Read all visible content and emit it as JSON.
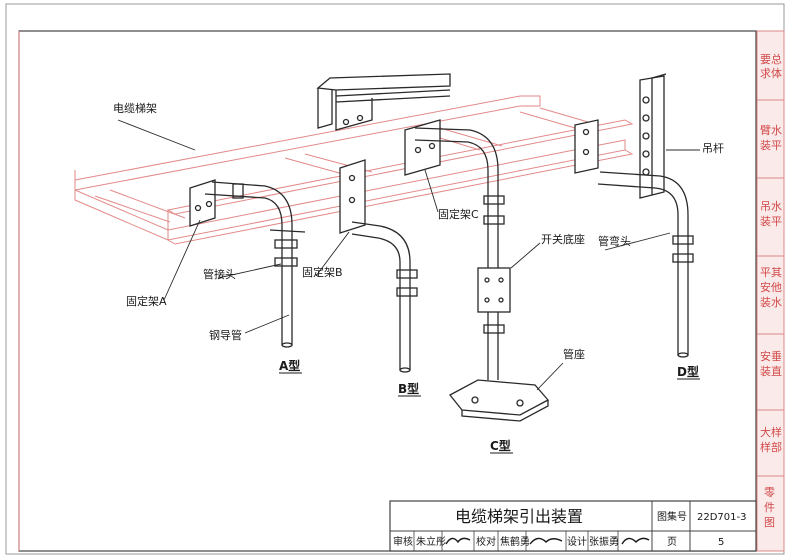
{
  "drawing": {
    "labels": {
      "cable_tray": "电缆梯架",
      "fixed_bracket_a": "固定架A",
      "fixed_bracket_b": "固定架B",
      "fixed_bracket_c": "固定架C",
      "pipe_joint": "管接头",
      "steel_conduit": "钢导管",
      "switch_box": "开关底座",
      "pipe_bend": "管弯头",
      "hanger_rod": "吊杆",
      "pipe_base": "管座"
    },
    "types": {
      "a": "A型",
      "b": "B型",
      "c": "C型",
      "d": "D型"
    }
  },
  "side_tabs": [
    {
      "lines": [
        "要总",
        "求体"
      ]
    },
    {
      "lines": [
        "臂水",
        "装平"
      ]
    },
    {
      "lines": [
        "吊水",
        "装平"
      ]
    },
    {
      "lines": [
        "平其",
        "安他",
        "装水"
      ]
    },
    {
      "lines": [
        "安垂",
        "装直"
      ]
    },
    {
      "lines": [
        "大样",
        "样部"
      ]
    },
    {
      "lines": [
        "零",
        "件",
        "图"
      ]
    }
  ],
  "title_block": {
    "title": "电缆梯架引出装置",
    "atlas_no_label": "图集号",
    "atlas_no": "22D701-3",
    "page_label": "页",
    "page_no": "5",
    "review_label": "审核",
    "reviewer": "朱立彤",
    "check_label": "校对",
    "checker": "焦鹤勇",
    "design_label": "设计",
    "designer": "张振勇"
  },
  "colors": {
    "ink": "#2a2a2a",
    "tray_red": "#e38a8a",
    "tab_red": "#d24a4a",
    "frame": "#444444"
  }
}
